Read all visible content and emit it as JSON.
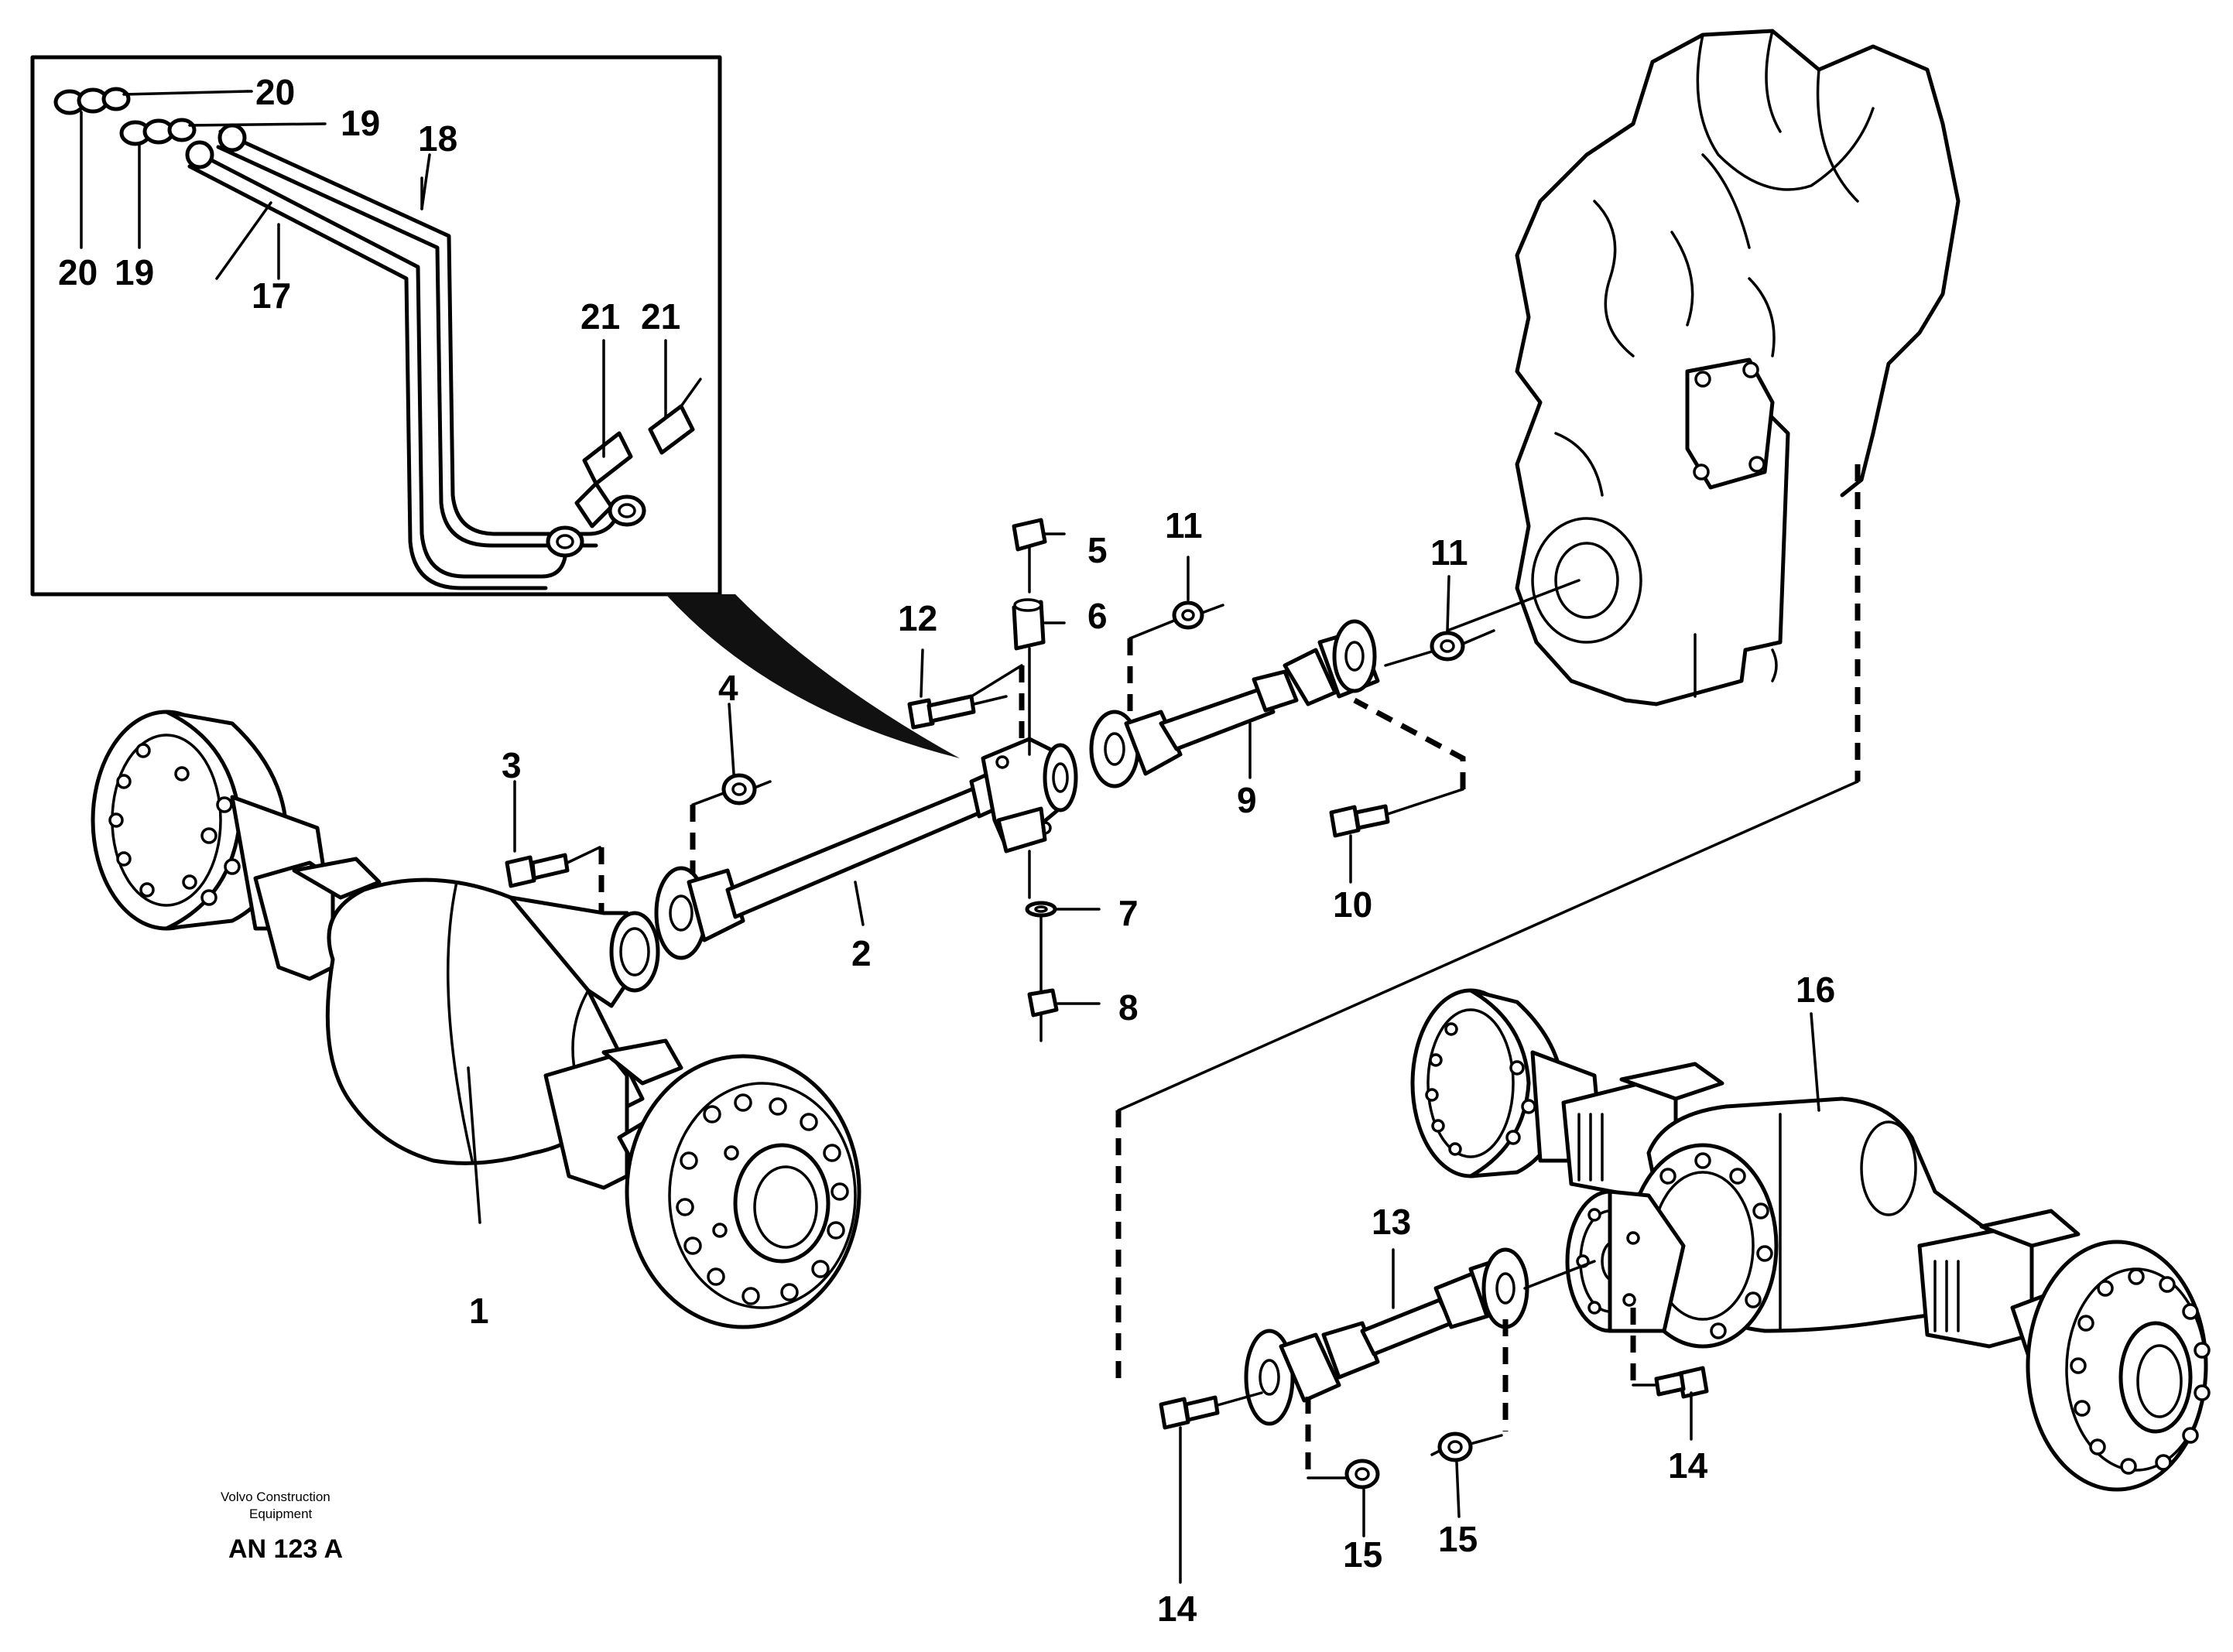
{
  "parts": [
    {
      "id": "p1",
      "label": "1"
    },
    {
      "id": "p2",
      "label": "2"
    },
    {
      "id": "p3",
      "label": "3"
    },
    {
      "id": "p4",
      "label": "4"
    },
    {
      "id": "p5",
      "label": "5"
    },
    {
      "id": "p6",
      "label": "6"
    },
    {
      "id": "p7",
      "label": "7"
    },
    {
      "id": "p8",
      "label": "8"
    },
    {
      "id": "p9",
      "label": "9"
    },
    {
      "id": "p10",
      "label": "10"
    },
    {
      "id": "p11a",
      "label": "11"
    },
    {
      "id": "p11b",
      "label": "11"
    },
    {
      "id": "p12",
      "label": "12"
    },
    {
      "id": "p13",
      "label": "13"
    },
    {
      "id": "p14a",
      "label": "14"
    },
    {
      "id": "p14b",
      "label": "14"
    },
    {
      "id": "p15a",
      "label": "15"
    },
    {
      "id": "p15b",
      "label": "15"
    },
    {
      "id": "p16",
      "label": "16"
    },
    {
      "id": "p17",
      "label": "17"
    },
    {
      "id": "p18",
      "label": "18"
    },
    {
      "id": "p19a",
      "label": "19"
    },
    {
      "id": "p19b",
      "label": "19"
    },
    {
      "id": "p20a",
      "label": "20"
    },
    {
      "id": "p20b",
      "label": "20"
    },
    {
      "id": "p21a",
      "label": "21"
    },
    {
      "id": "p21b",
      "label": "21"
    }
  ],
  "credit": {
    "line1": "Volvo Construction",
    "line2": "Equipment"
  },
  "doc_code": "AN 123 A"
}
